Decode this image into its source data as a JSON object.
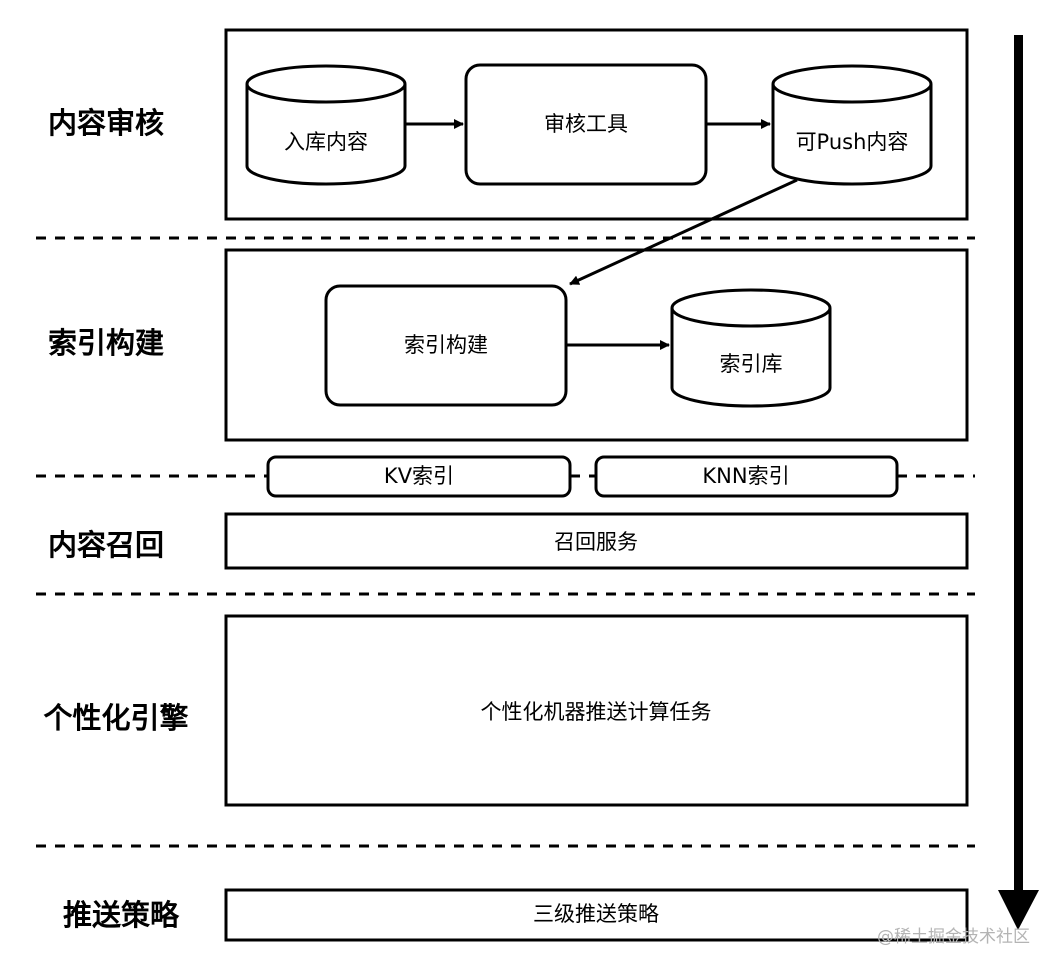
{
  "layers": [
    {
      "id": "audit",
      "label": "内容审核"
    },
    {
      "id": "index",
      "label": "索引构建"
    },
    {
      "id": "recall",
      "label": "内容召回"
    },
    {
      "id": "engine",
      "label": "个性化引擎"
    },
    {
      "id": "strategy",
      "label": "推送策略"
    }
  ],
  "nodes": {
    "ingest_db": "入库内容",
    "audit_tool": "审核工具",
    "pushable_db": "可Push内容",
    "index_build": "索引构建",
    "index_db": "索引库",
    "kv_index": "KV索引",
    "knn_index": "KNN索引",
    "recall_service": "召回服务",
    "compute_task": "个性化机器推送计算任务",
    "strategy_box": "三级推送策略"
  },
  "watermark": "@稀土掘金技术社区"
}
